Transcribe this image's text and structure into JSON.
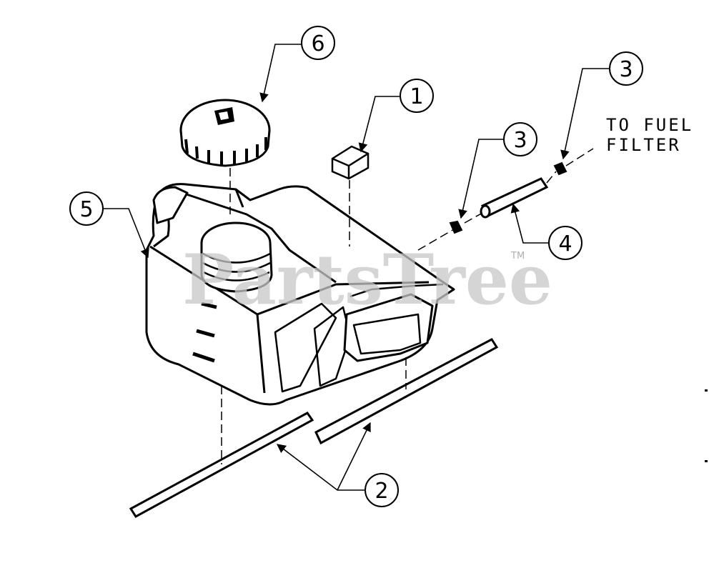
{
  "watermark": {
    "text": "PartsTree",
    "trademark": "TM"
  },
  "note": {
    "line1": "TO FUEL",
    "line2": "FILTER"
  },
  "callouts": [
    {
      "id": "callout-6",
      "label": "6"
    },
    {
      "id": "callout-1",
      "label": "1"
    },
    {
      "id": "callout-3a",
      "label": "3"
    },
    {
      "id": "callout-3b",
      "label": "3"
    },
    {
      "id": "callout-5",
      "label": "5"
    },
    {
      "id": "callout-4",
      "label": "4"
    },
    {
      "id": "callout-2",
      "label": "2"
    }
  ],
  "colors": {
    "ink": "#000000",
    "paper": "#ffffff",
    "watermark": "#c8c8c8"
  }
}
